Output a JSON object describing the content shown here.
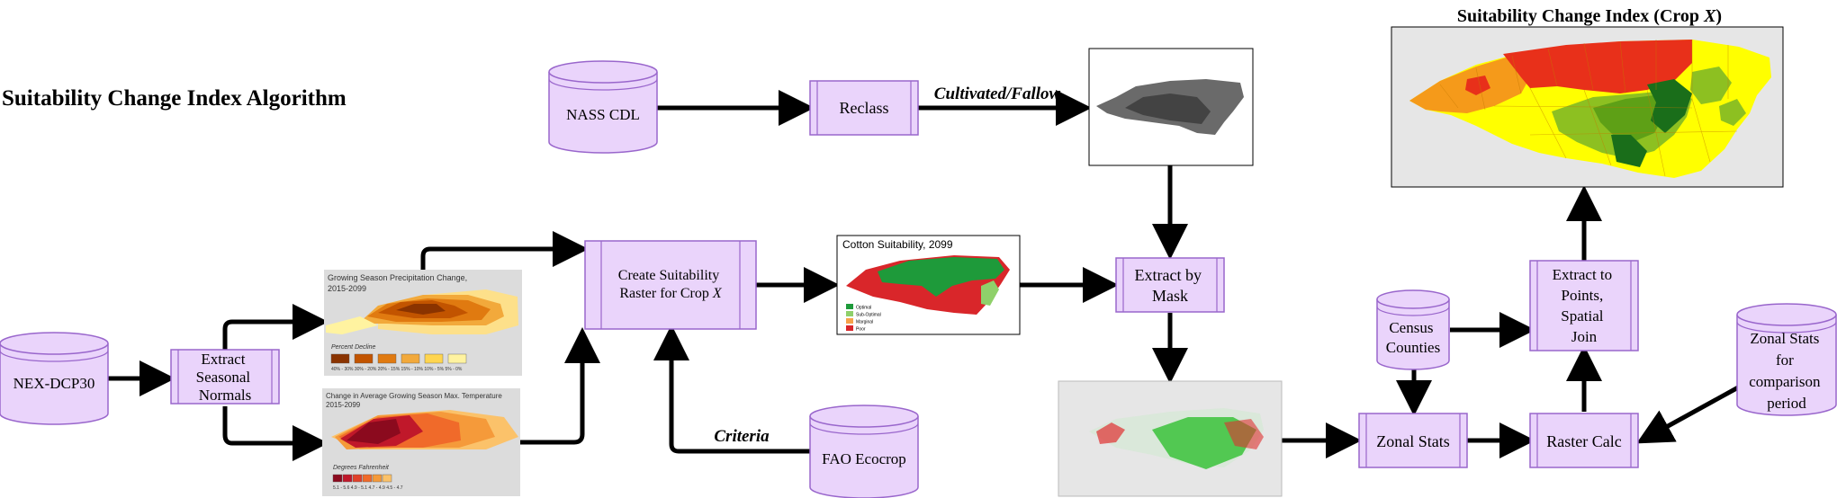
{
  "title": "Suitability Change Index Algorithm",
  "output_title_prefix": "Suitability Change Index (Crop ",
  "output_title_var": "X",
  "output_title_suffix": ")",
  "colors": {
    "node_fill": "#ead4fb",
    "node_stroke": "#9966cc",
    "arrow": "#000000",
    "map_bg": "#e6e6e6"
  },
  "nodes": {
    "nex": "NEX-DCP30",
    "extract_seasonal": [
      "Extract",
      "Seasonal",
      "Normals"
    ],
    "nass": "NASS CDL",
    "reclass": "Reclass",
    "create_raster": [
      "Create Suitability",
      "Raster for Crop "
    ],
    "create_raster_var": "X",
    "fao": "FAO Ecocrop",
    "extract_mask": [
      "Extract by",
      "Mask"
    ],
    "census": [
      "Census",
      "Counties"
    ],
    "zonal_stats": "Zonal Stats",
    "raster_calc": "Raster Calc",
    "extract_points": [
      "Extract to",
      "Points,",
      "Spatial",
      "Join"
    ],
    "zonal_comp": [
      "Zonal Stats",
      "for",
      "comparison",
      "period"
    ]
  },
  "edge_labels": {
    "cultivated": "Cultivated/Fallow",
    "criteria": "Criteria"
  },
  "precip_map": {
    "title_line1": "Growing Season Precipitation Change,",
    "title_line2": "2015-2099",
    "legend_title": "Percent Decline",
    "legend_colors": [
      "#8a3300",
      "#c25400",
      "#e07a10",
      "#f2a93b",
      "#ffd54f",
      "#fff3a0"
    ],
    "legend_labels": "40% - 30%  30% - 20%  20% - 15%  15% - 10%  10% - 5%  5% - 0%"
  },
  "temp_map": {
    "title_line1": "Change in Average Growing Season Max. Temperature",
    "title_line2": "2015-2099",
    "legend_title": "Degrees Fahrenheit",
    "legend_colors": [
      "#8b0a1e",
      "#c0182a",
      "#e0402a",
      "#f06a2a",
      "#f59a3a",
      "#fbc26a"
    ],
    "legend_labels": "5.1 - 5.6   4.9 - 5.1   4.7 - 4.9   4.5 - 4.7"
  },
  "cotton_map": {
    "title": "Cotton Suitability, 2099",
    "legend": [
      {
        "label": "Optimal",
        "color": "#1e9a3a"
      },
      {
        "label": "Sub-Optimal",
        "color": "#8fd06a"
      },
      {
        "label": "Marginal",
        "color": "#f7a24a"
      },
      {
        "label": "Poor",
        "color": "#d9262a"
      }
    ]
  },
  "index_colors": [
    "#f59a1a",
    "#f0c000",
    "#ffff00",
    "#e8301a",
    "#8dc021",
    "#5ea016",
    "#1a6e1a"
  ]
}
